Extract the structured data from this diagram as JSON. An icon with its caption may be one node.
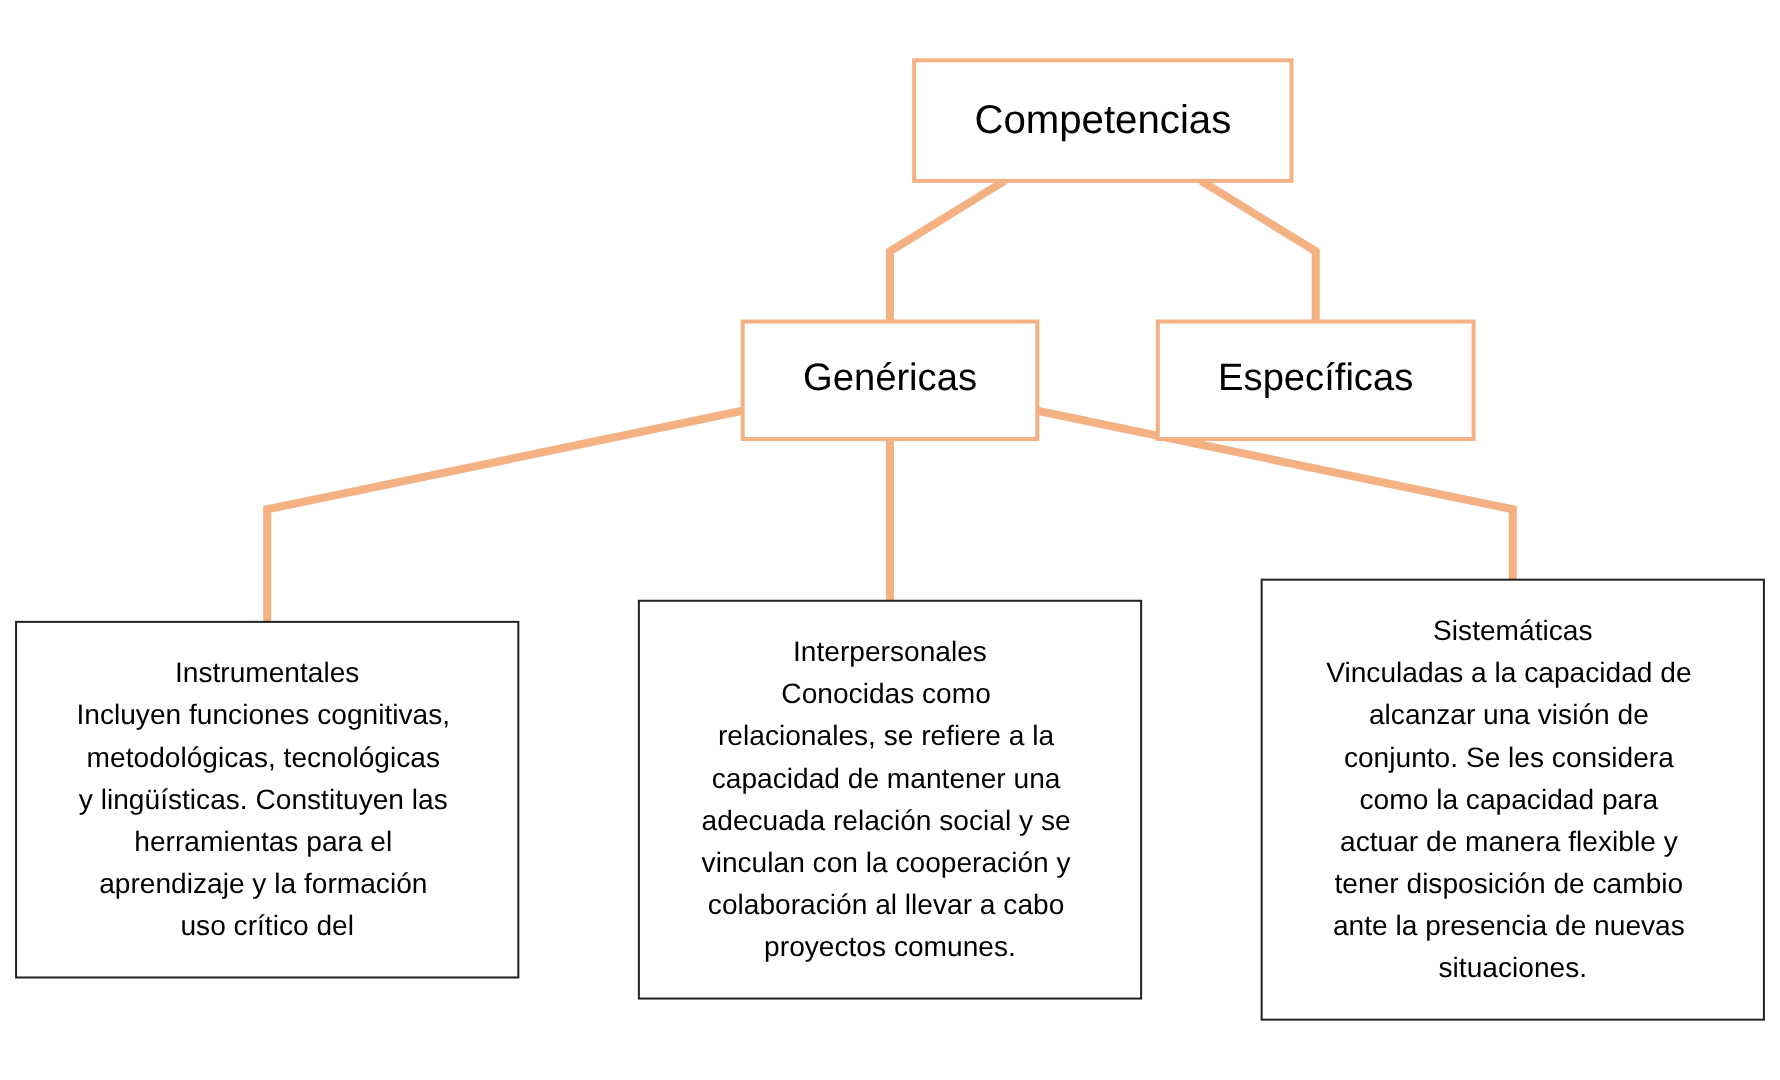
{
  "diagram": {
    "nodes": [
      {
        "text": [
          "Competencias"
        ]
      },
      {
        "text": [
          "Genéricas"
        ]
      },
      {
        "text": [
          "Específicas"
        ]
      },
      {
        "text": [
          "Instrumentales",
          "Incluyen funciones cognitivas, metodológicas, tecnológicas y lingüísticas. Constituyen las herramientas para el aprendizaje y la formación uso crítico del"
        ]
      },
      {
        "text": [
          "Interpersonales",
          "Conocidas como relacionales, se refiere a la capacidad de mantener una adecuada relación social y se vinculan con la cooperación y colaboración al llevar a cabo proyectos comunes."
        ]
      },
      {
        "text": [
          "Sistemáticas",
          "Vinculadas a la capacidad de alcanzar una visión de conjunto. Se les considera como la capacidad para actuar de manera flexible y tener disposición de cambio ante la presencia de nuevas situaciones."
        ]
      }
    ],
    "edges": [
      {
        "from": 0,
        "to": 1,
        "arrow": "none"
      },
      {
        "from": 0,
        "to": 2,
        "arrow": "none"
      },
      {
        "from": 1,
        "to": 3,
        "arrow": "none"
      },
      {
        "from": 1,
        "to": 4,
        "arrow": "none"
      },
      {
        "from": 1,
        "to": 5,
        "arrow": "none"
      }
    ]
  }
}
